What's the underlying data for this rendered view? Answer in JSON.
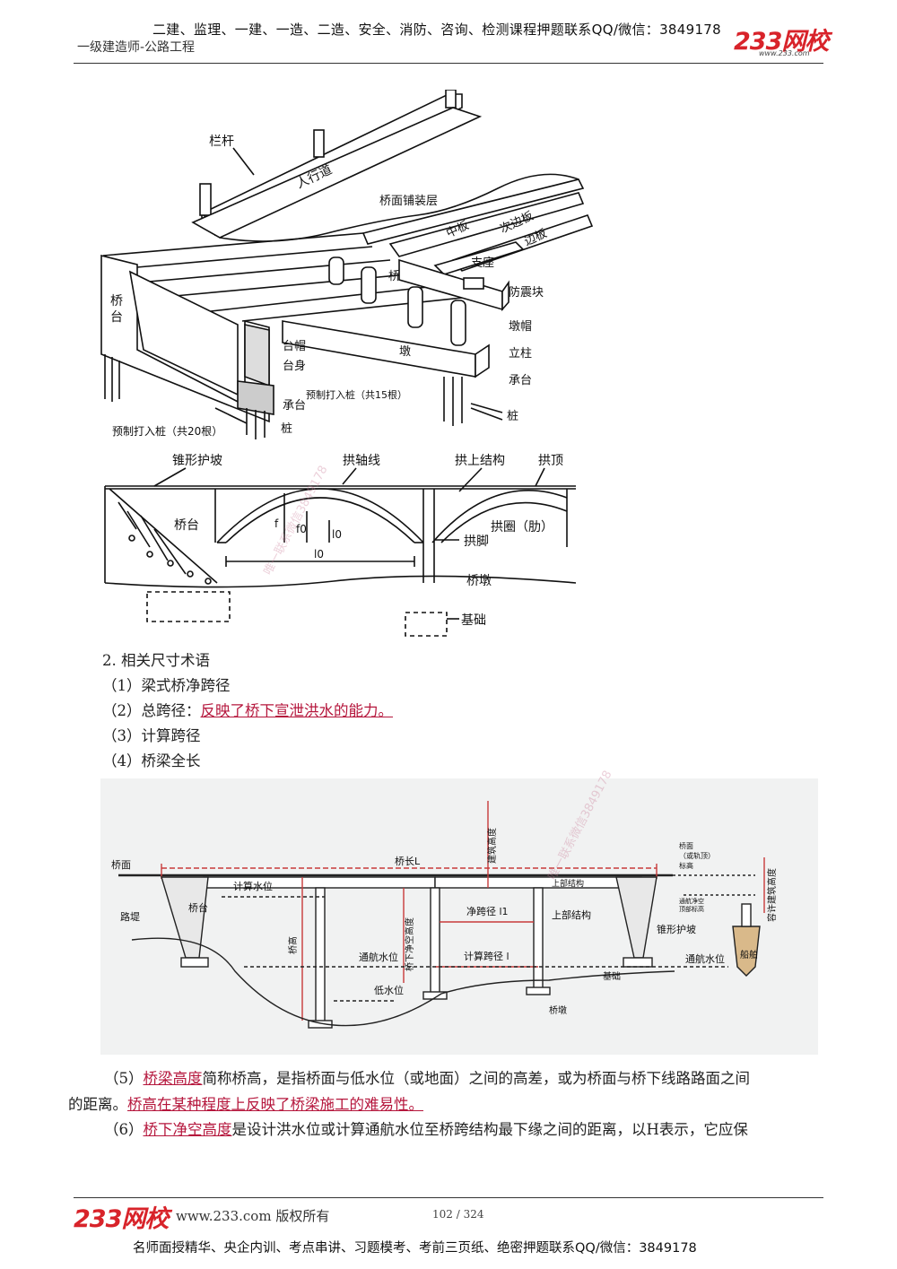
{
  "header": {
    "top_line": "二建、监理、一建、一造、二造、安全、消防、咨询、检测课程押题联系QQ/微信：3849178",
    "subtitle": "一级建造师-公路工程",
    "logo": "233网校",
    "logo_url": "www.233.com"
  },
  "watermark": "唯一联系微信3849178",
  "figure1": {
    "labels": {
      "railing": "栏杆",
      "sidewalk": "人行道",
      "deck_pavement": "桥面铺装层",
      "middle_slab": "中板",
      "secondary_slab": "次边板",
      "edge_slab": "边板",
      "support": "支座",
      "bridge_char": "桥",
      "seismic_block": "防震块",
      "pier_cap": "墩帽",
      "column": "立柱",
      "pier": "墩",
      "pile_cap_right": "承台",
      "pile_right": "桩",
      "abutment": "桥台",
      "abutment_cap": "台帽",
      "abutment_body": "台身",
      "pile_cap_left": "承台",
      "pile_left": "桩",
      "precast_15": "预制打入桩（共15根）",
      "precast_20": "预制打入桩（共20根）"
    }
  },
  "figure2": {
    "labels": {
      "cone_slope": "锥形护坡",
      "arch_axis": "拱轴线",
      "above_arch": "拱上结构",
      "crown": "拱顶",
      "abutment": "桥台",
      "arch_ring": "拱圈（肋）",
      "springing": "拱脚",
      "pier": "桥墩",
      "foundation": "基础",
      "f": "f",
      "f0": "f0",
      "l0": "l0",
      "l0b": "l0"
    }
  },
  "section_title": "2. 相关尺寸术语",
  "list": [
    {
      "label": "（1）梁式桥净跨径"
    },
    {
      "label": "（2）总跨径：",
      "highlight": "反映了桥下宣泄洪水的能力。"
    },
    {
      "label": "（3）计算跨径"
    },
    {
      "label": "（4）桥梁全长"
    }
  ],
  "figure3": {
    "labels": {
      "deck": "桥面",
      "bridge_length": "桥长L",
      "build_height": "建筑高度",
      "deck_elev_1": "桥面",
      "deck_elev_2": "（或轨顶）",
      "deck_elev_3": "标高",
      "clear_elev_1": "通航净空",
      "clear_elev_2": "顶部标高",
      "allow_height": "容许建筑高度",
      "embankment": "路堤",
      "abutment": "桥台",
      "calc_water": "计算水位",
      "bridge_height": "桥高",
      "clearance_height": "桥下净空高度",
      "clear_span": "净跨径 l1",
      "upper_struct_box": "上部结构",
      "upper_struct": "上部结构",
      "cone_slope": "锥形护坡",
      "nav_water_left": "通航水位",
      "nav_water_right": "通航水位",
      "calc_span": "计算跨径 l",
      "low_water": "低水位",
      "pier": "桥墩",
      "foundation": "基础",
      "ship": "船舶"
    }
  },
  "para5": {
    "prefix": "（5）",
    "term": "桥梁高度",
    "text1": "简称桥高，是指桥面与低水位（或地面）之间的高差，或为桥面与桥下线路路面之间",
    "text2": "的距离。",
    "highlight": "桥高在某种程度上反映了桥梁施工的难易性。"
  },
  "para6": {
    "prefix": "（6）",
    "term": "桥下净空高度",
    "text": "是设计洪水位或计算通航水位至桥跨结构最下缘之间的距离，以H表示，它应保"
  },
  "footer": {
    "logo": "233网校",
    "copyright": "www.233.com 版权所有",
    "page": "102 / 324",
    "bottom_line": "名师面授精华、央企内训、考点串讲、习题模考、考前三页纸、绝密押题联系QQ/微信：3849178"
  }
}
